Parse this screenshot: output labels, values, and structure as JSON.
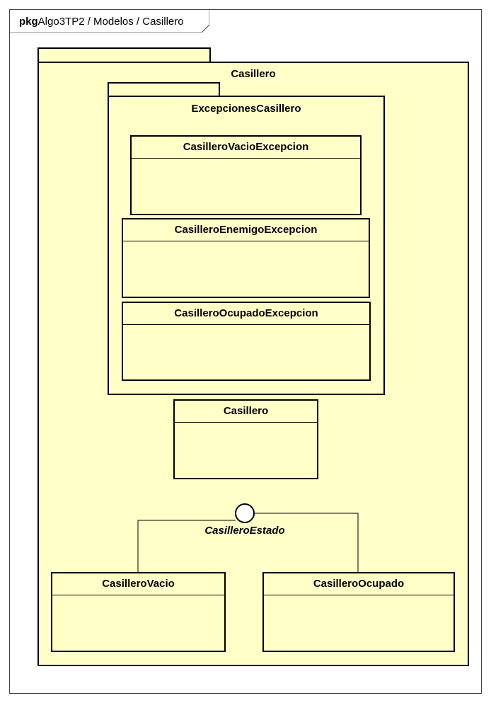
{
  "frame": {
    "keyword": "pkg",
    "path": "Algo3TP2 / Modelos / Casillero"
  },
  "outer_package": {
    "name": "Casillero"
  },
  "inner_package": {
    "name": "ExcepcionesCasillero"
  },
  "classes": {
    "vacio_excepcion": "CasilleroVacioExcepcion",
    "enemigo_excepcion": "CasilleroEnemigoExcepcion",
    "ocupado_excepcion": "CasilleroOcupadoExcepcion",
    "casillero": "Casillero",
    "casillero_vacio": "CasilleroVacio",
    "casillero_ocupado": "CasilleroOcupado"
  },
  "interface": {
    "name": "CasilleroEstado"
  },
  "colors": {
    "fill": "#ffffc8",
    "stroke": "#000000"
  }
}
